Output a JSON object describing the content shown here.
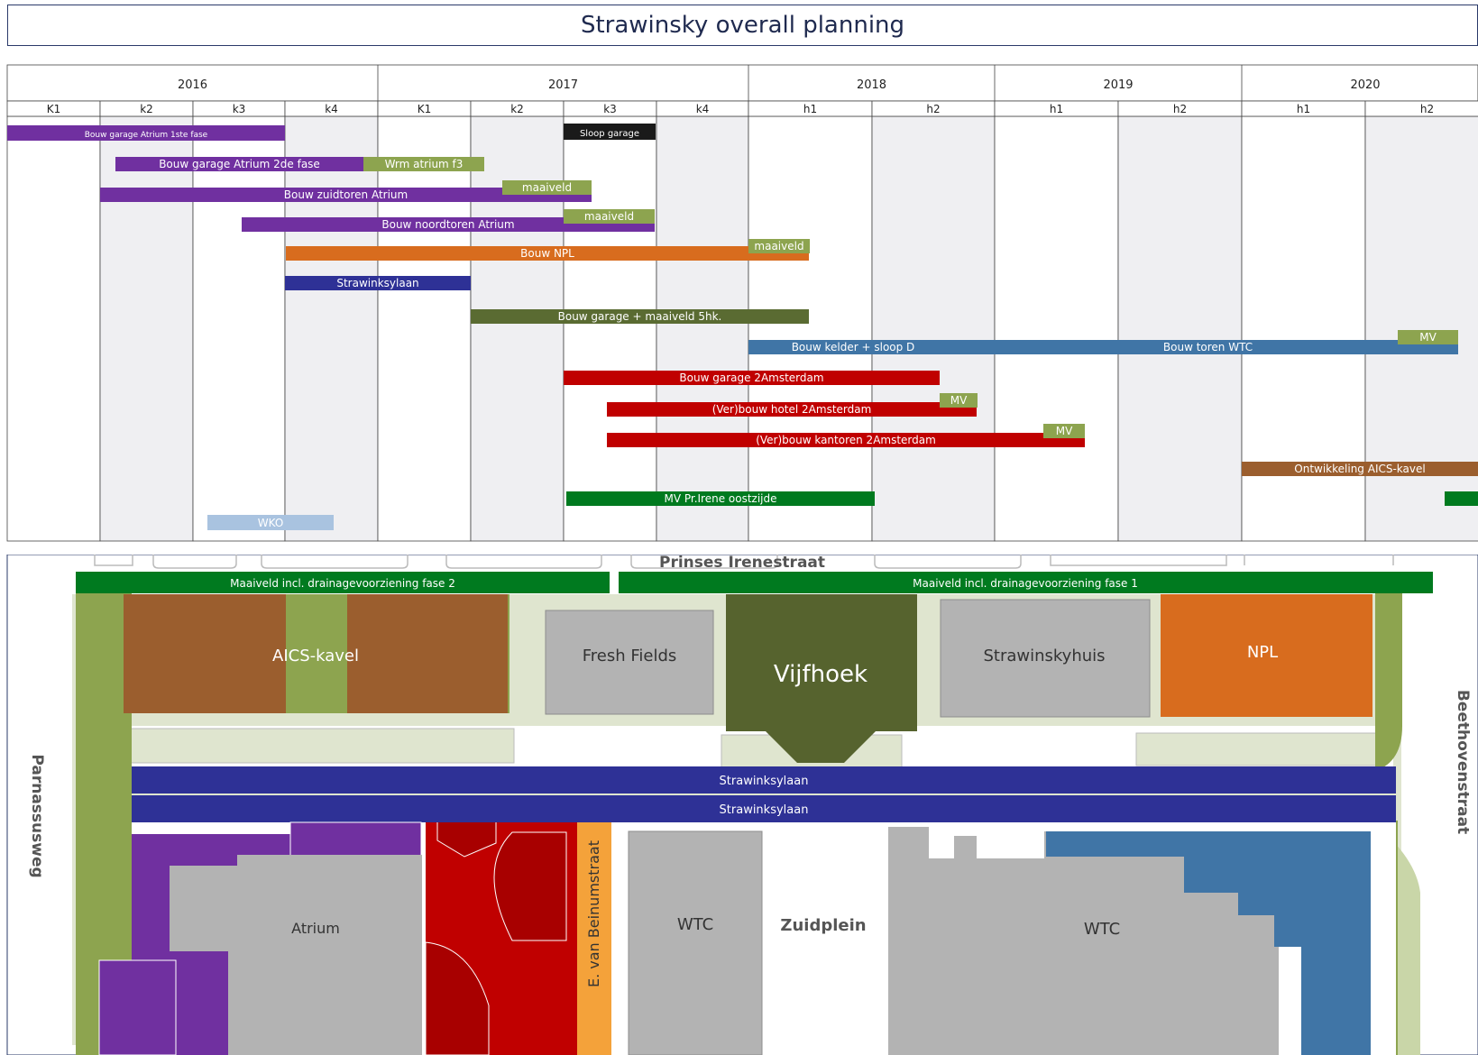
{
  "title": "Strawinsky overall planning",
  "years": [
    "2016",
    "2017",
    "2018",
    "2019",
    "2020"
  ],
  "periods": [
    "K1",
    "k2",
    "k3",
    "k4",
    "K1",
    "k2",
    "k3",
    "k4",
    "h1",
    "h2",
    "h1",
    "h2",
    "h1",
    "h2"
  ],
  "bars": [
    {
      "label": "Bouw garage Atrium 1ste fase",
      "start": "2016 K1",
      "end": "2016 k3 end",
      "color": "#7030a0"
    },
    {
      "label": "Sloop garage",
      "start": "2017 k3",
      "end": "2017 k3 end",
      "color": "#1a1a1a"
    },
    {
      "label": "Bouw garage Atrium 2de fase",
      "start": "2016 k2",
      "end": "2017 K1",
      "color": "#7030a0"
    },
    {
      "label": "Wrm atrium f3",
      "start": "2017 K1",
      "end": "2017 k2",
      "color": "#8da44f"
    },
    {
      "label": "Bouw zuidtoren Atrium",
      "start": "2016 k2",
      "end": "2017 k3",
      "color": "#7030a0"
    },
    {
      "label": "maaiveld",
      "start": "2017 k2",
      "end": "2017 k3",
      "color": "#8da44f"
    },
    {
      "label": "Bouw noordtoren Atrium",
      "start": "2016 k3",
      "end": "2017 k3 end",
      "color": "#7030a0"
    },
    {
      "label": "maaiveld",
      "start": "2017 k3",
      "end": "2017 k3 end",
      "color": "#8da44f"
    },
    {
      "label": "Bouw NPL",
      "start": "2016 k4",
      "end": "2018 h1",
      "color": "#d86c1e"
    },
    {
      "label": "maaiveld",
      "start": "2018 h1",
      "end": "2018 h1",
      "color": "#8da44f"
    },
    {
      "label": "Strawinksylaan",
      "start": "2016 k4",
      "end": "2017 k2",
      "color": "#2e3196"
    },
    {
      "label": "Bouw garage + maaiveld 5hk.",
      "start": "2017 k2",
      "end": "2018 h1",
      "color": "#5a6b32"
    },
    {
      "label": "Bouw kelder + sloop D",
      "start": "2018 h1",
      "end": "2018 h2",
      "color": "#4075a6"
    },
    {
      "label": "Bouw toren WTC",
      "start": "2018 h2",
      "end": "2020 h2",
      "color": "#4075a6"
    },
    {
      "label": "MV",
      "start": "2020 h2",
      "end": "2020 h2",
      "color": "#8da44f"
    },
    {
      "label": "Bouw garage 2Amsterdam",
      "start": "2017 k3",
      "end": "2018 h2",
      "color": "#c00000"
    },
    {
      "label": "(Ver)bouw hotel 2Amsterdam",
      "start": "2017 k3",
      "end": "2018 h2",
      "color": "#c00000"
    },
    {
      "label": "MV",
      "start": "2018 h2",
      "end": "2018 h2",
      "color": "#8da44f"
    },
    {
      "label": "(Ver)bouw kantoren 2Amsterdam",
      "start": "2017 k3",
      "end": "2019 h1",
      "color": "#c00000"
    },
    {
      "label": "MV",
      "start": "2019 h1",
      "end": "2019 h1",
      "color": "#8da44f"
    },
    {
      "label": "Ontwikkeling AICS-kavel",
      "start": "2020 h1",
      "end": "2020 h2",
      "color": "#9b5e2e"
    },
    {
      "label": "MV Pr.Irene oostzijde",
      "start": "2017 k3",
      "end": "2018 h2",
      "color": "#007a1f"
    },
    {
      "label": "WKO",
      "start": "2016 k3",
      "end": "2016 k4",
      "color": "#a9c3e0"
    }
  ],
  "map": {
    "streets": {
      "north": "Prinses Irenestraat",
      "west": "Parnassusweg",
      "east": "Beethovenstraat",
      "south_plaza": "Zuidplein",
      "middle": "E. van Beinumstraat"
    },
    "strips": [
      "Maaiveld incl. drainagevoorziening fase 2",
      "Maaiveld incl. drainagevoorziening fase 1",
      "Strawinksylaan",
      "Strawinksylaan"
    ],
    "buildings": [
      "AICS-kavel",
      "Fresh Fields",
      "Vijfhoek",
      "Strawinskyhuis",
      "NPL",
      "Atrium",
      "WTC",
      "WTC"
    ]
  }
}
